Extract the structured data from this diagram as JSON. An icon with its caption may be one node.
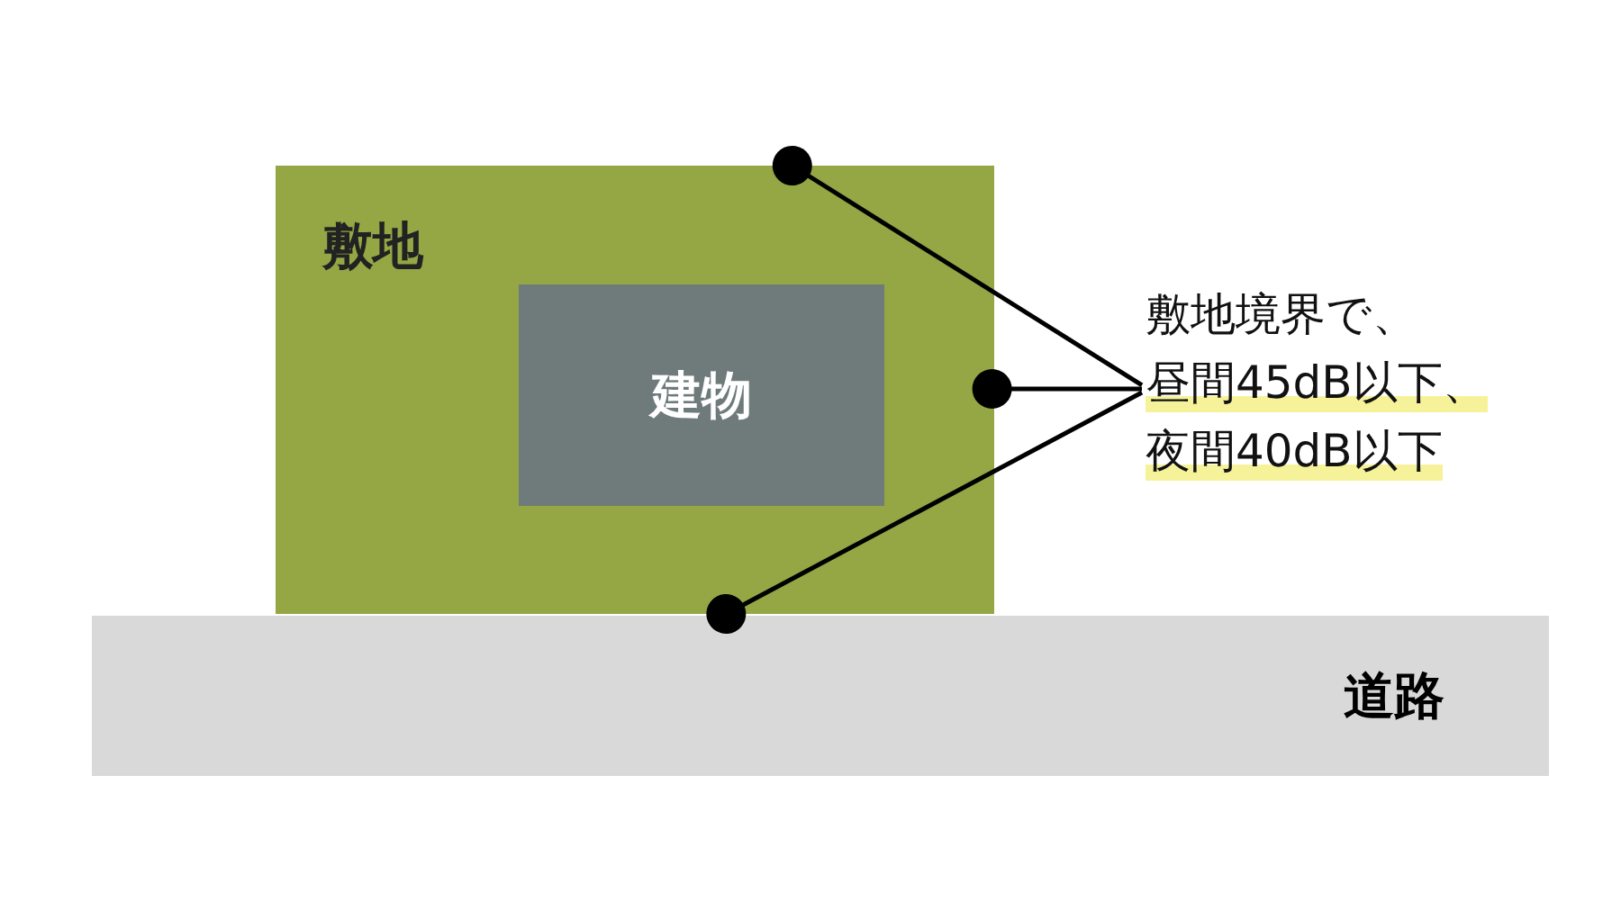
{
  "diagram": {
    "nodes": [
      {
        "text": [
          "敷地"
        ]
      },
      {
        "text": [
          "建物"
        ],
        "in": 0
      },
      {
        "text": [
          "道路"
        ]
      },
      {
        "text": [
          "敷地境界で、",
          "昼間45dB以下、",
          "夜間40dB以下"
        ]
      }
    ],
    "edges": [
      {
        "from": 3,
        "to": 0,
        "arrow": "other"
      },
      {
        "from": 3,
        "to": 0,
        "arrow": "other"
      },
      {
        "from": 3,
        "to": 0,
        "arrow": "other"
      }
    ]
  }
}
